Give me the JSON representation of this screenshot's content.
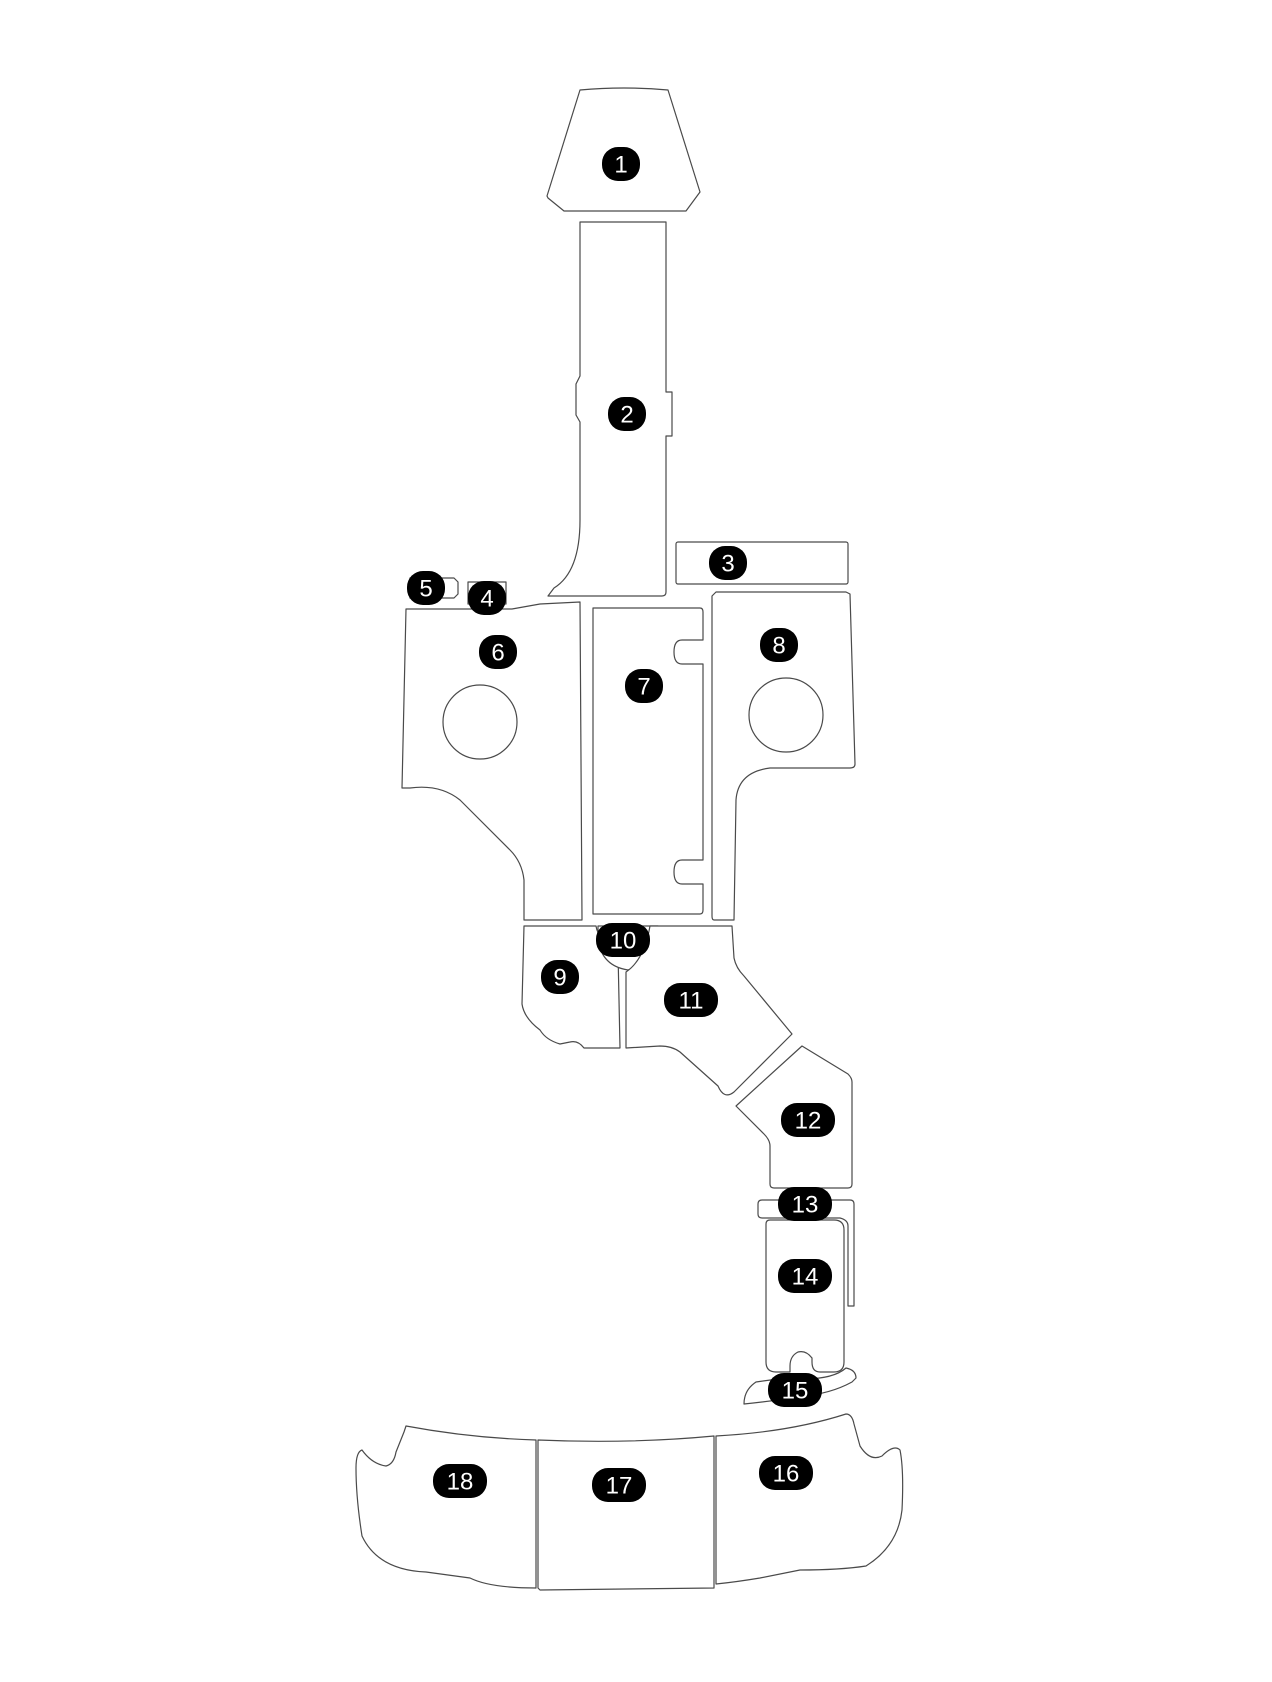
{
  "diagram": {
    "pieces": [
      {
        "id": "1",
        "label": "1"
      },
      {
        "id": "2",
        "label": "2"
      },
      {
        "id": "3",
        "label": "3"
      },
      {
        "id": "4",
        "label": "4"
      },
      {
        "id": "5",
        "label": "5"
      },
      {
        "id": "6",
        "label": "6"
      },
      {
        "id": "7",
        "label": "7"
      },
      {
        "id": "8",
        "label": "8"
      },
      {
        "id": "9",
        "label": "9"
      },
      {
        "id": "10",
        "label": "10"
      },
      {
        "id": "11",
        "label": "11"
      },
      {
        "id": "12",
        "label": "12"
      },
      {
        "id": "13",
        "label": "13"
      },
      {
        "id": "14",
        "label": "14"
      },
      {
        "id": "15",
        "label": "15"
      },
      {
        "id": "16",
        "label": "16"
      },
      {
        "id": "17",
        "label": "17"
      },
      {
        "id": "18",
        "label": "18"
      }
    ],
    "colors": {
      "outline": "#4a4a4a",
      "badge_fill": "#000000",
      "badge_text": "#ffffff",
      "background": "#ffffff"
    }
  }
}
